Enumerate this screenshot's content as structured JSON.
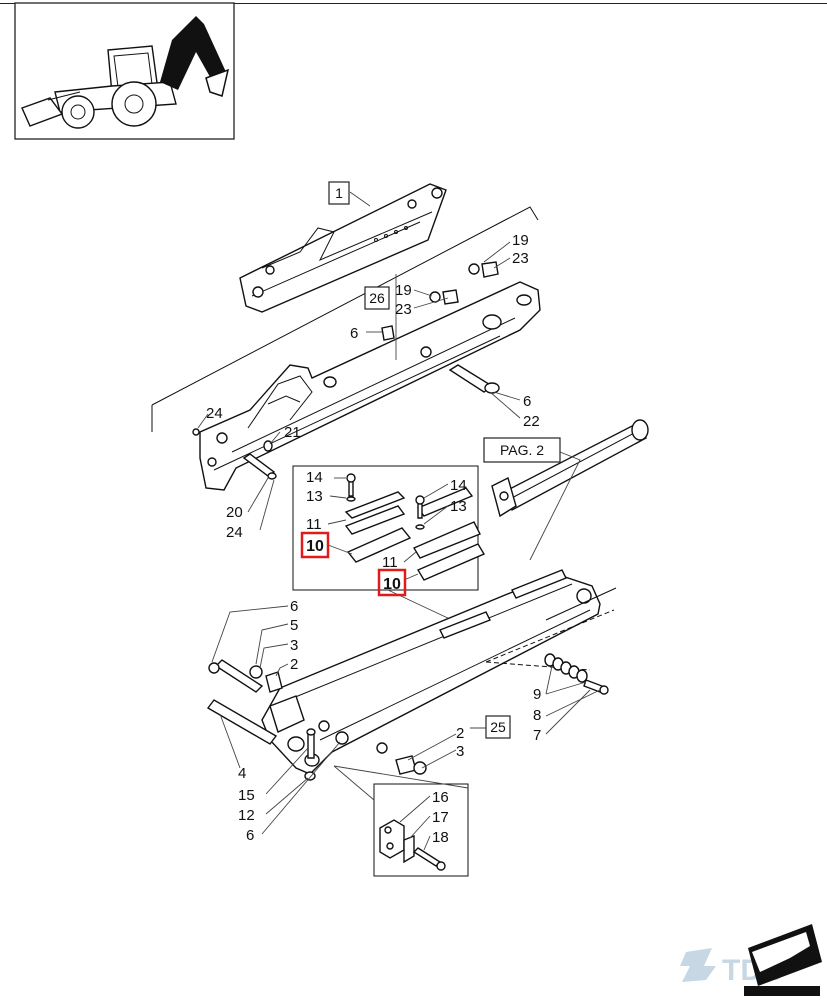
{
  "diagram": {
    "ref_pag": "PAG. 2",
    "callouts": {
      "c1": "1",
      "c26": "26",
      "c25": "25",
      "c19a": "19",
      "c23a": "23",
      "c19b": "19",
      "c23b": "23",
      "c6a": "6",
      "c6b": "6",
      "c22": "22",
      "c24a": "24",
      "c21": "21",
      "c20": "20",
      "c24b": "24",
      "c14a": "14",
      "c13a": "13",
      "c11a": "11",
      "c10a": "10",
      "c14b": "14",
      "c13b": "13",
      "c11b": "11",
      "c10b": "10",
      "c6c": "6",
      "c5": "5",
      "c3a": "3",
      "c2a": "2",
      "c4": "4",
      "c15": "15",
      "c12": "12",
      "c6d": "6",
      "c2b": "2",
      "c3b": "3",
      "c9": "9",
      "c8": "8",
      "c7": "7",
      "c16": "16",
      "c17": "17",
      "c18": "18"
    },
    "highlighted": [
      "c10a",
      "c10b"
    ],
    "highlight_color": "#e01b1b"
  },
  "logo": {
    "text": "TDC",
    "color": "#c7d7e3",
    "icon": "tdc-swirl-icon"
  },
  "corner_icon": "page-turn-icon",
  "thumbnail_icon": "backhoe-loader-icon"
}
